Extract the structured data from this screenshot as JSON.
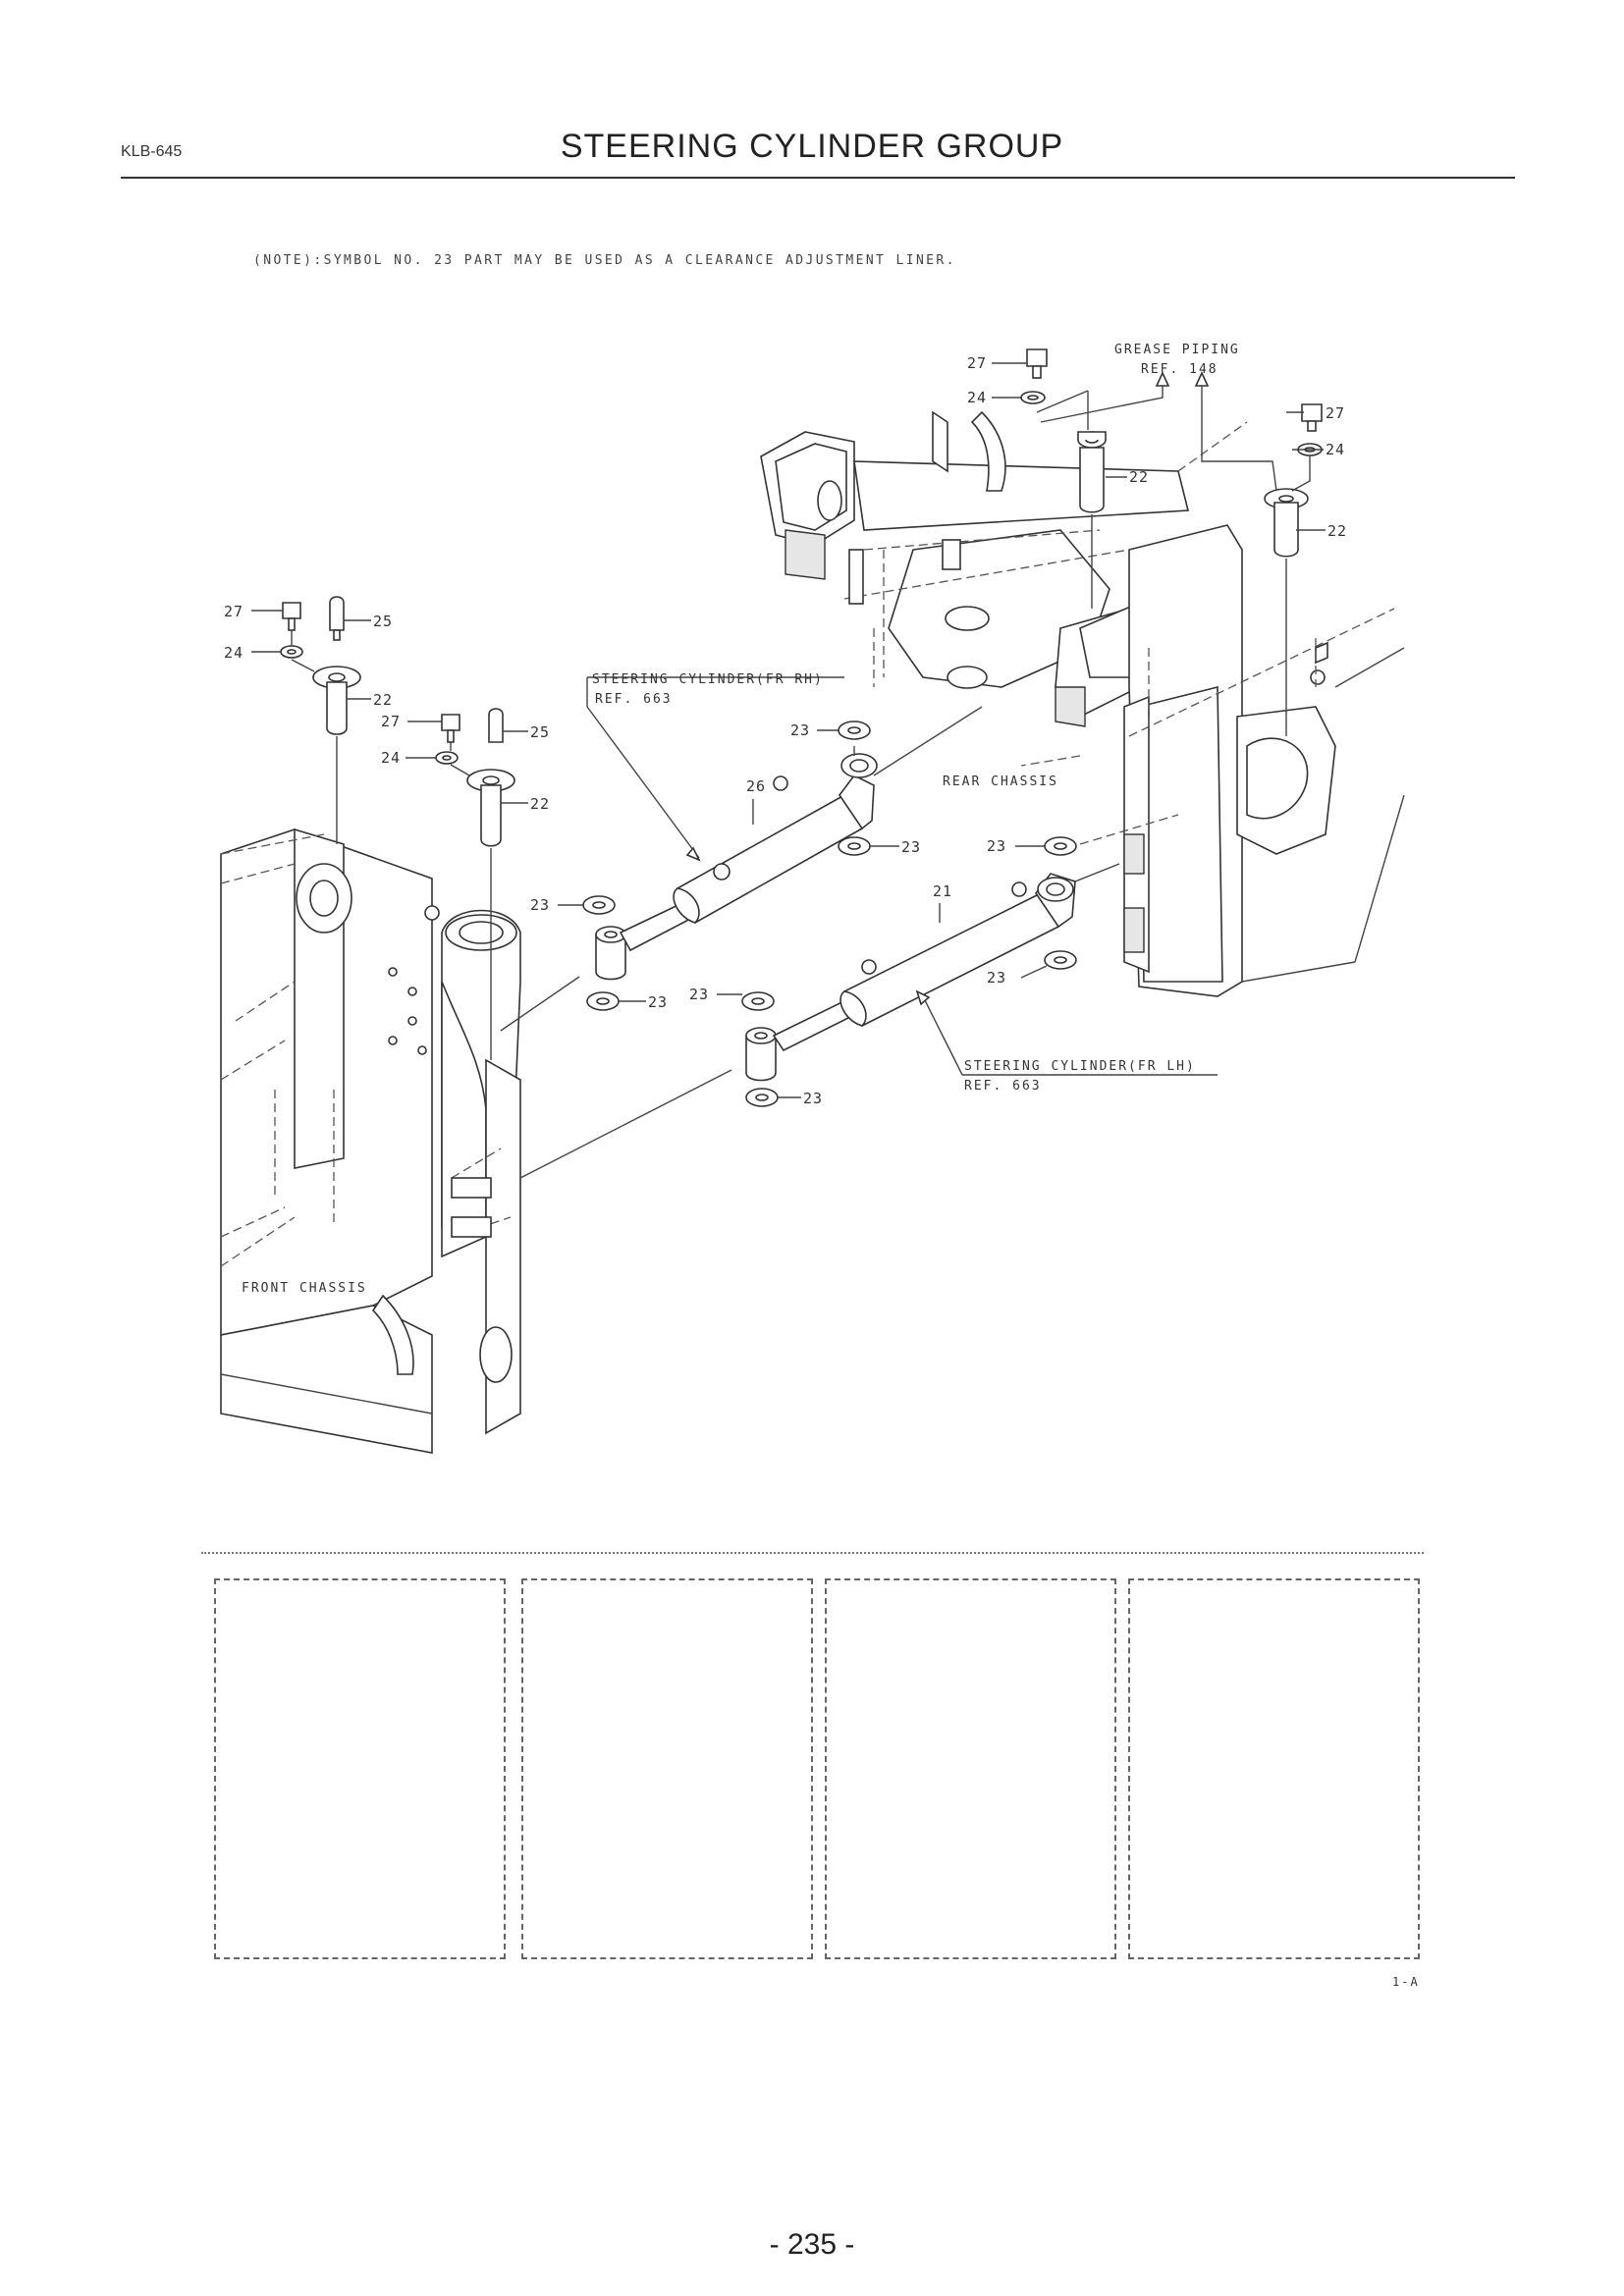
{
  "header": {
    "doc_code": "KLB-645",
    "title": "STEERING CYLINDER GROUP"
  },
  "note": "(NOTE):SYMBOL NO. 23 PART MAY BE USED AS A CLEARANCE ADJUSTMENT LINER.",
  "diagram": {
    "callouts": {
      "grease_piping": "GREASE PIPING",
      "grease_ref": "REF. 148",
      "cyl_rh": "STEERING CYLINDER(FR RH)",
      "cyl_rh_ref": "REF. 663",
      "cyl_lh": "STEERING CYLINDER(FR LH)",
      "cyl_lh_ref": "REF. 663",
      "rear_chassis": "REAR CHASSIS",
      "front_chassis": "FRONT CHASSIS"
    },
    "part_numbers": {
      "p21": "21",
      "p22": "22",
      "p23": "23",
      "p24": "24",
      "p25": "25",
      "p26": "26",
      "p27": "27"
    }
  },
  "footer": {
    "table_code": "1-A",
    "page_number": "- 235 -"
  }
}
